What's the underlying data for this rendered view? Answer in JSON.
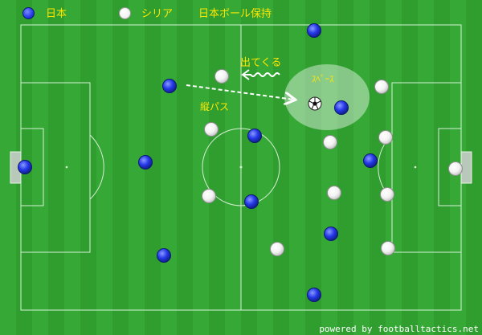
{
  "legend": {
    "japan_label": "日本",
    "syria_label": "シリア",
    "possession_label": "日本ボール保持"
  },
  "annotations": {
    "press_label": "出てくる",
    "space_label": "ｽﾍﾟｰｽ",
    "vertical_pass_label": "縦パス"
  },
  "credit": "powered by footballtactics.net",
  "colors": {
    "japan": "#2438e8",
    "syria": "#ffffff",
    "pitch_light": "#3aae3a",
    "pitch_dark": "#2f9e2f",
    "annotation": "#ffe600"
  },
  "players": {
    "japan": 11,
    "syria": 11
  }
}
